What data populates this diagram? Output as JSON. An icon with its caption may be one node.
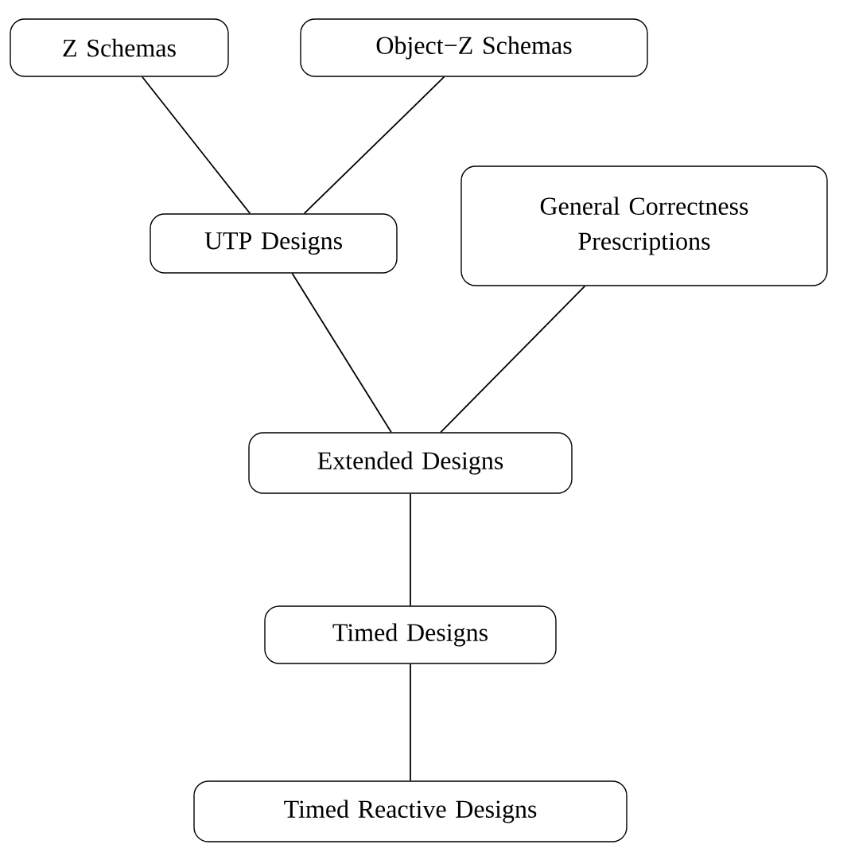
{
  "diagram": {
    "nodes": [
      {
        "text": [
          "Z Schemas"
        ]
      },
      {
        "text": [
          "Object−Z Schemas"
        ]
      },
      {
        "text": [
          "UTP Designs"
        ]
      },
      {
        "text": [
          "General Correctness Prescriptions"
        ]
      },
      {
        "text": [
          "Extended Designs"
        ]
      },
      {
        "text": [
          "Timed Designs"
        ]
      },
      {
        "text": [
          "Timed Reactive Designs"
        ]
      }
    ],
    "edges": [
      {
        "from": 0,
        "to": 2,
        "arrow": "none"
      },
      {
        "from": 1,
        "to": 2,
        "arrow": "none"
      },
      {
        "from": 2,
        "to": 4,
        "arrow": "none"
      },
      {
        "from": 3,
        "to": 4,
        "arrow": "none"
      },
      {
        "from": 4,
        "to": 5,
        "arrow": "none"
      },
      {
        "from": 5,
        "to": 6,
        "arrow": "none"
      }
    ]
  }
}
